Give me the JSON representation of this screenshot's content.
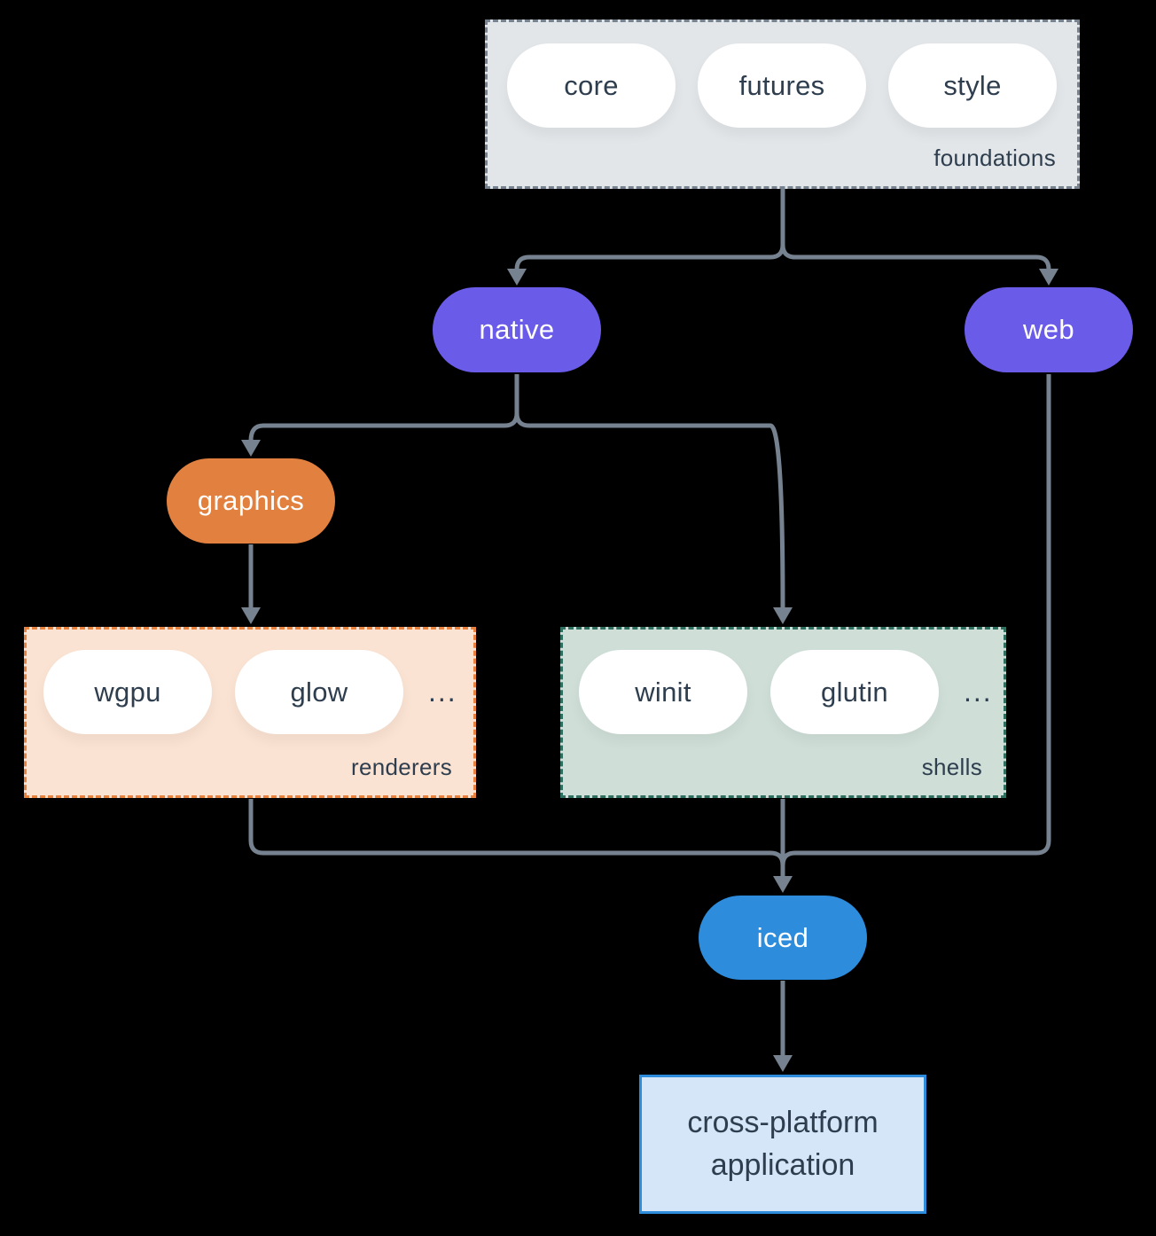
{
  "colors": {
    "background": "#000000",
    "arrow": "#76828f",
    "dark_text": "#2e3e4e",
    "node_purple": "#6a5ce8",
    "node_orange": "#e2813f",
    "node_blue": "#2d8cdc",
    "foundations_fill": "#e2e6e9",
    "foundations_border": "#76828f",
    "renderers_fill": "#fbe3d3",
    "renderers_border": "#e8823e",
    "shells_fill": "#cfdfd8",
    "shells_border": "#2f6f60",
    "application_fill": "#d5e6f8",
    "application_border": "#2d8cdc"
  },
  "foundations": {
    "label": "foundations",
    "items": [
      "core",
      "futures",
      "style"
    ]
  },
  "native": {
    "label": "native"
  },
  "web": {
    "label": "web"
  },
  "graphics": {
    "label": "graphics"
  },
  "renderers": {
    "label": "renderers",
    "items": [
      "wgpu",
      "glow"
    ],
    "ellipsis": "..."
  },
  "shells": {
    "label": "shells",
    "items": [
      "winit",
      "glutin"
    ],
    "ellipsis": "..."
  },
  "iced": {
    "label": "iced"
  },
  "application": {
    "label": "cross-platform application"
  }
}
